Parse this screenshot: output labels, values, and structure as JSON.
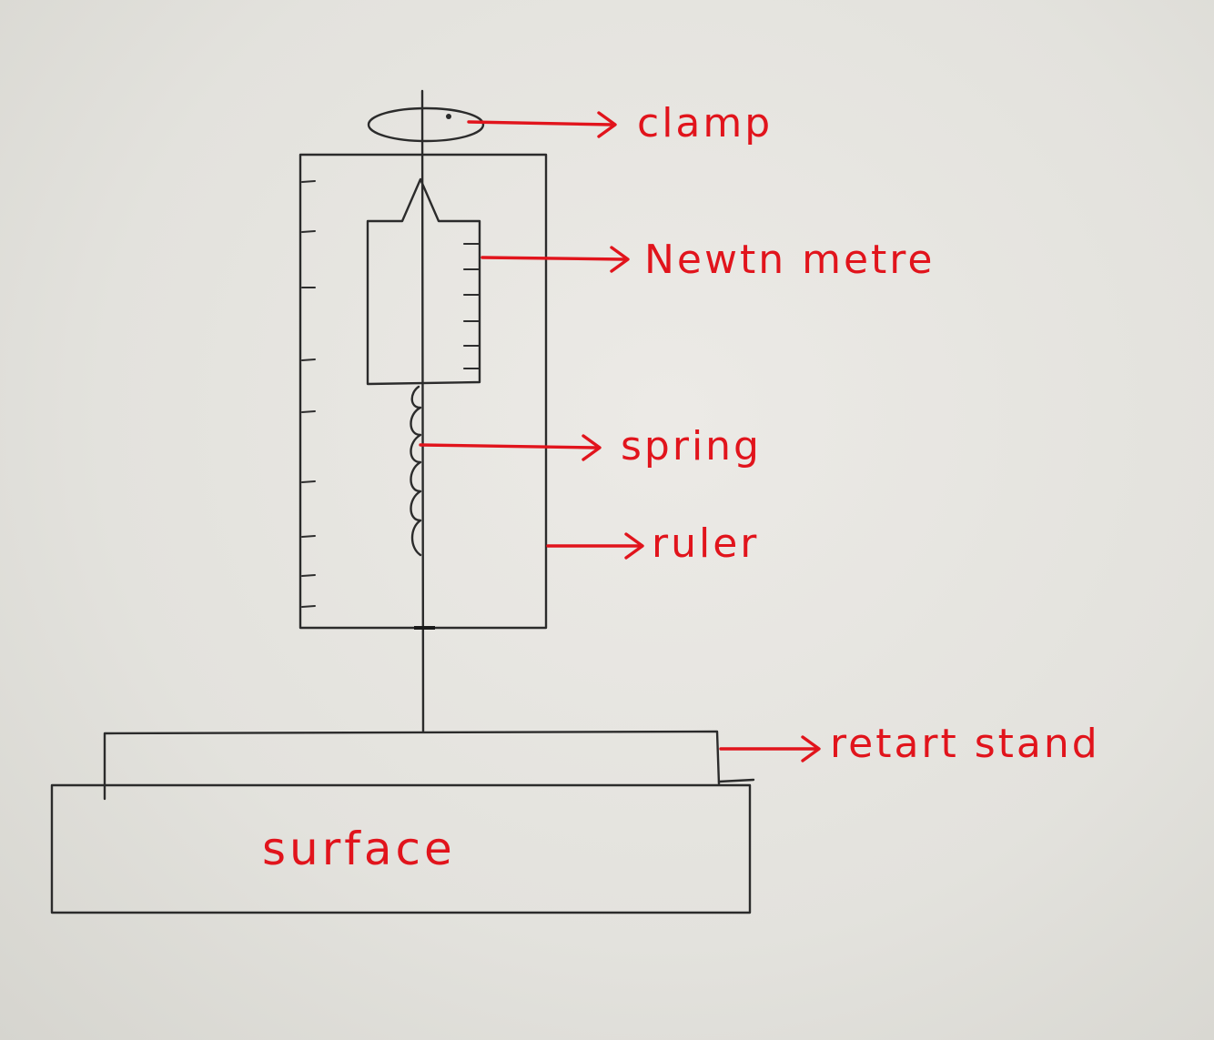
{
  "diagram": {
    "labels": {
      "clamp": "clamp",
      "newton_metre": "Newtn metre",
      "spring": "spring",
      "ruler": "ruler",
      "retort_stand": "retart stand",
      "surface": "surface"
    },
    "colors": {
      "paper": "#e4e3de",
      "pencil": "#2b2b2b",
      "ink": "#e1141c"
    }
  }
}
